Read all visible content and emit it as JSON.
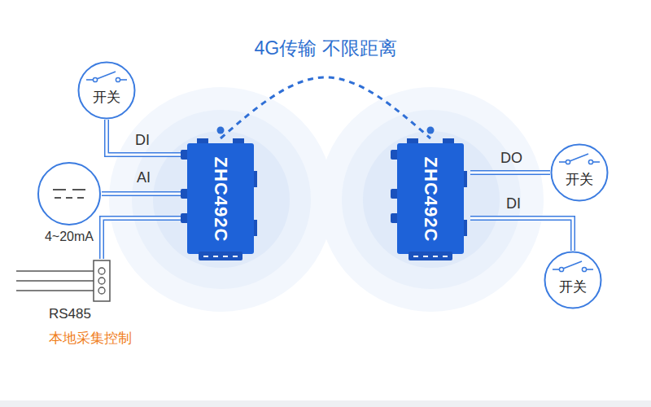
{
  "diagram": {
    "title": "4G传输 不限距离",
    "nodes": [
      {
        "text": [
          "开关"
        ]
      },
      {
        "text": [
          "4~20mA"
        ]
      },
      {
        "text": [
          "RS485",
          "本地采集控制"
        ]
      },
      {
        "text": [
          "ZHC492C"
        ]
      },
      {
        "text": [
          "ZHC492C"
        ]
      },
      {
        "text": [
          "开关"
        ]
      },
      {
        "text": [
          "开关"
        ]
      }
    ],
    "edges": [
      {
        "from": 0,
        "to": 3,
        "label": "DI",
        "arrow": "none"
      },
      {
        "from": 1,
        "to": 3,
        "label": "AI",
        "arrow": "none"
      },
      {
        "from": 2,
        "to": 3,
        "arrow": "none"
      },
      {
        "from": 3,
        "to": 4,
        "arrow": "none"
      },
      {
        "from": 4,
        "to": 5,
        "label": "DO",
        "arrow": "none"
      },
      {
        "from": 6,
        "to": 4,
        "label": "DI",
        "arrow": "none"
      }
    ]
  }
}
